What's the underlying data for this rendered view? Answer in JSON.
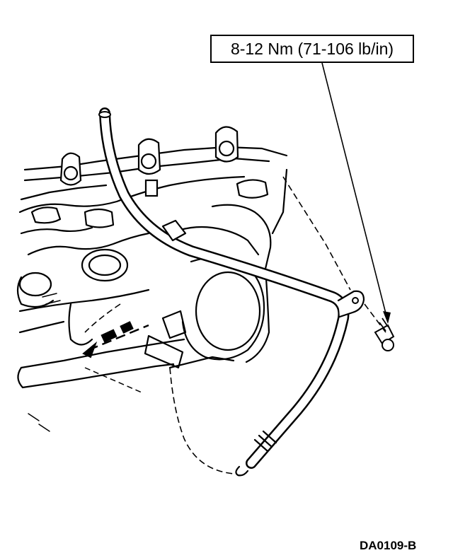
{
  "callout": {
    "torque_label": "8-12 Nm (71-106 lb/in)"
  },
  "figure": {
    "id": "DA0109-B"
  },
  "colors": {
    "ink": "#000000",
    "paper": "#ffffff"
  },
  "parts": [
    "engine-block",
    "dipstick-tube",
    "mounting-bolt",
    "direction-arrow"
  ]
}
